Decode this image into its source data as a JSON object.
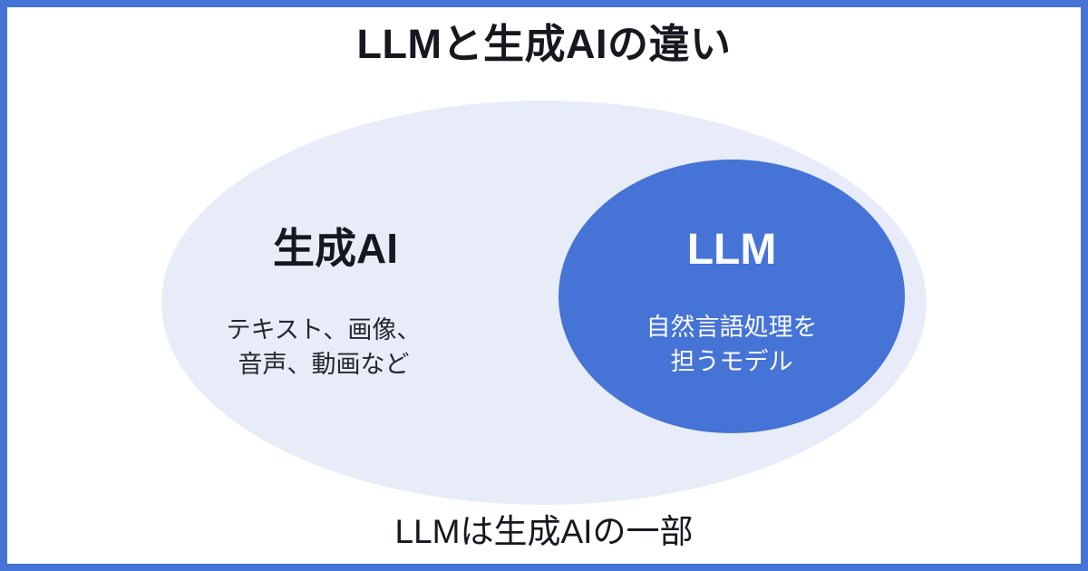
{
  "title": "LLMと生成AIの違い",
  "diagram": {
    "outer_set": {
      "label": "生成AI",
      "description": [
        "テキスト、画像、",
        "音声、動画など"
      ]
    },
    "inner_set": {
      "label": "LLM",
      "description": [
        "自然言語処理を",
        "担うモデル"
      ]
    },
    "relationship": "inner_set is a subset of outer_set"
  },
  "caption": "LLMは生成AIの一部",
  "colors": {
    "accent_blue": "#4573d6",
    "outer_fill": "#e8ecf8",
    "text_dark": "#15181f",
    "text_dark_soft": "#23272e",
    "text_light": "#fafbff",
    "bg": "#ffffff"
  }
}
